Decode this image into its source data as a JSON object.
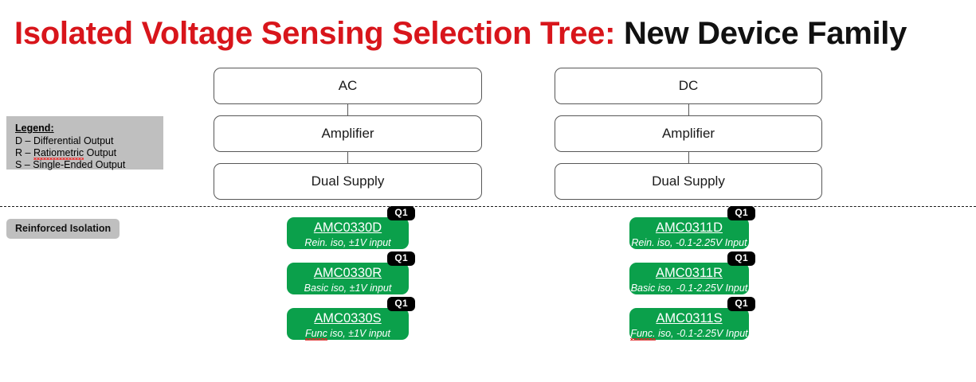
{
  "title": {
    "highlight": "Isolated Voltage Sensing Selection Tree:",
    "rest": " New Device Family"
  },
  "legend": {
    "heading": "Legend:",
    "rows": [
      {
        "prefix": "D – ",
        "term": "Differential",
        "suffix": " Output",
        "misspelled": false
      },
      {
        "prefix": "R – ",
        "term": "Ratiometric",
        "suffix": " Output",
        "misspelled": true
      },
      {
        "prefix": "S – ",
        "term": "Single-Ended",
        "suffix": " Output",
        "misspelled": false
      }
    ]
  },
  "isolation_tag": "Reinforced Isolation",
  "columns": [
    {
      "id": "ac",
      "flow": [
        "AC",
        "Amplifier",
        "Dual Supply"
      ],
      "devices": [
        {
          "name": "AMC0330D",
          "desc_prefix": "",
          "desc_term": "Rein.",
          "desc_suffix": " iso, ±1V input",
          "badge": "Q1",
          "misspelled": false
        },
        {
          "name": "AMC0330R",
          "desc_prefix": "",
          "desc_term": "Basic",
          "desc_suffix": " iso, ±1V input",
          "badge": "Q1",
          "misspelled": false
        },
        {
          "name": "AMC0330S",
          "desc_prefix": "",
          "desc_term": "Func",
          "desc_suffix": " iso, ±1V input",
          "badge": "Q1",
          "misspelled": true
        }
      ]
    },
    {
      "id": "dc",
      "flow": [
        "DC",
        "Amplifier",
        "Dual Supply"
      ],
      "devices": [
        {
          "name": "AMC0311D",
          "desc_prefix": "",
          "desc_term": "Rein.",
          "desc_suffix": " iso, -0.1-2.25V Input",
          "badge": "Q1",
          "misspelled": false
        },
        {
          "name": "AMC0311R",
          "desc_prefix": "",
          "desc_term": "Basic",
          "desc_suffix": " iso, -0.1-2.25V Input",
          "badge": "Q1",
          "misspelled": false
        },
        {
          "name": "AMC0311S",
          "desc_prefix": "",
          "desc_term": "Func.",
          "desc_suffix": " iso, -0.1-2.25V Input",
          "badge": "Q1",
          "misspelled": true
        }
      ]
    }
  ],
  "colors": {
    "title_accent": "#D8151B",
    "title_plain": "#111111",
    "device_green": "#0BA04B",
    "legend_gray": "#BFBFBF",
    "box_border": "#575757",
    "badge_black": "#000000"
  }
}
